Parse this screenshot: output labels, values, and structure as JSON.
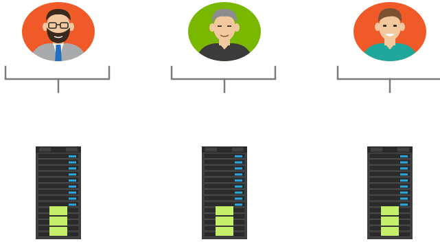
{
  "colors": {
    "bracket": "#7a7a7a",
    "rack_body": "#3d3d3d",
    "rack_dark": "#2b2b2b",
    "rack_edge": "#555555",
    "led": "#29a8e0",
    "block": "#c5ee6b",
    "skin": "#f2c99e",
    "hair_dark": "#3a2a1e",
    "hair_grey": "#8d8d8d",
    "hair_brown": "#7a5232"
  },
  "users": [
    {
      "avatar_bg": "#f05a28",
      "avatar": "bearded-man-with-glasses",
      "shirt": "#a9aaab",
      "tie": "#1f6fc5",
      "server": {
        "led_count": 9,
        "block_count": 3
      }
    },
    {
      "avatar_bg": "#7ab800",
      "avatar": "grey-haired-man",
      "shirt": "#3b3b3b",
      "tie": "",
      "server": {
        "led_count": 9,
        "block_count": 3
      }
    },
    {
      "avatar_bg": "#f05a28",
      "avatar": "smiling-young-man",
      "shirt": "#1fa79b",
      "tie": "",
      "server": {
        "led_count": 9,
        "block_count": 3
      }
    }
  ]
}
